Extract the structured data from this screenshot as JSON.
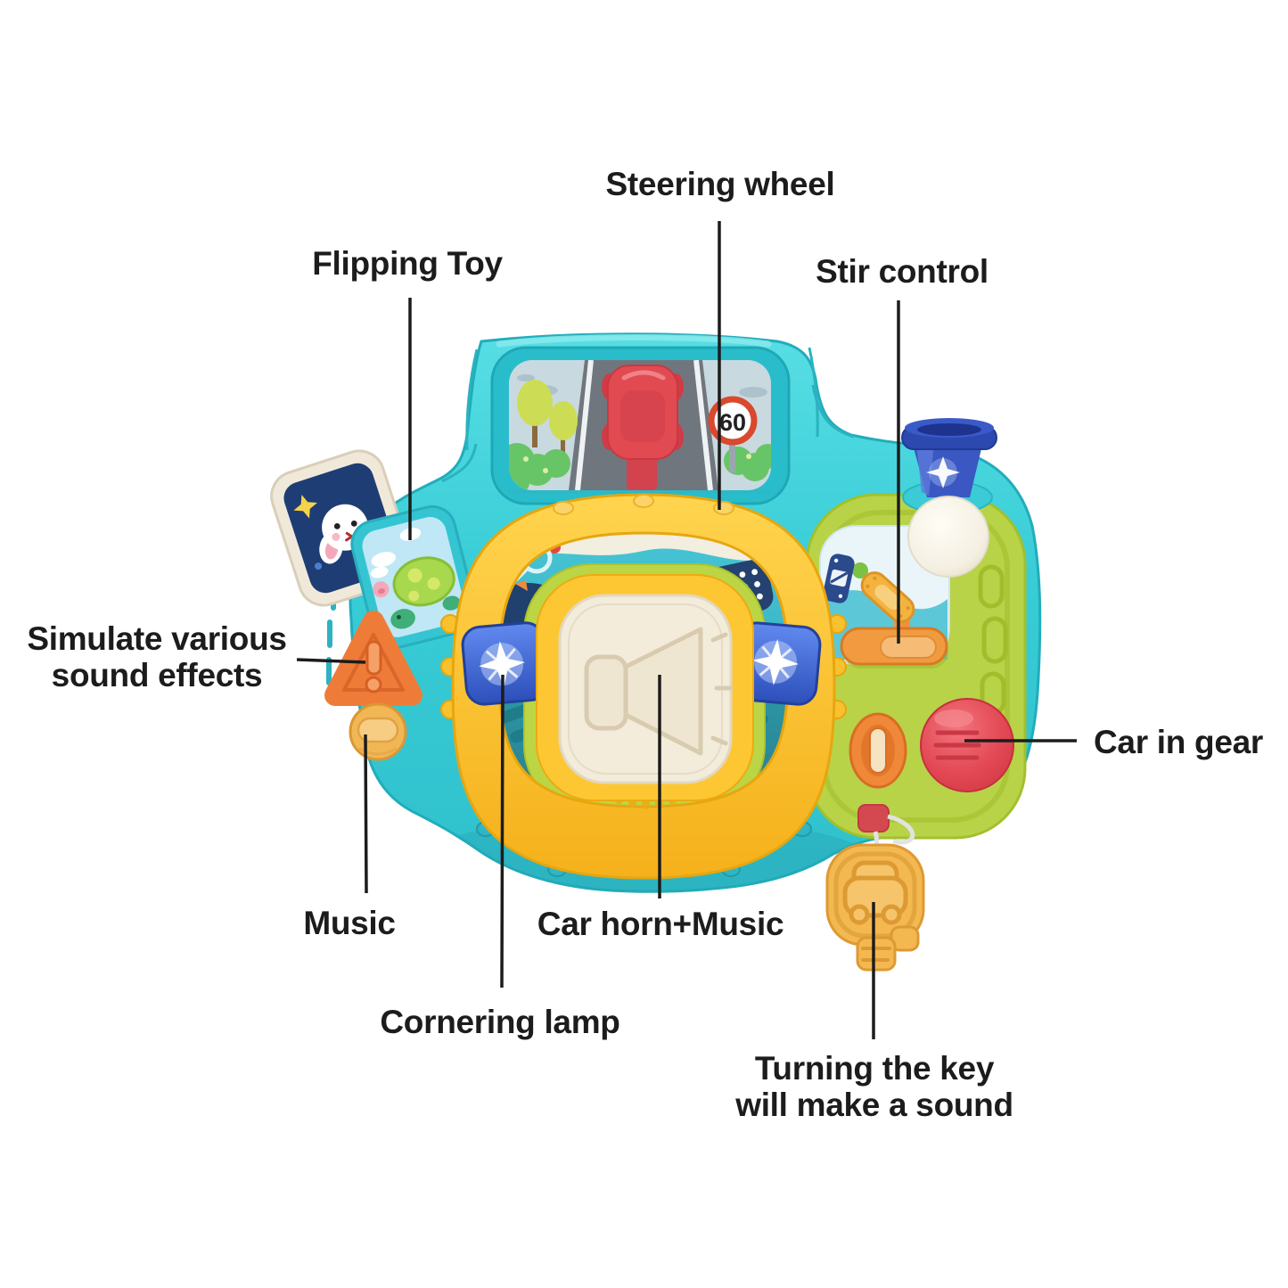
{
  "figure": {
    "description": "Annotated diagram of a toddler toy steering-wheel driving console",
    "speed_sign": "60"
  },
  "callouts": {
    "steering_wheel": "Steering wheel",
    "flipping_toy": "Flipping Toy",
    "stir_control": "Stir control",
    "simulate_line1": "Simulate various",
    "simulate_line2": "sound effects",
    "music": "Music",
    "car_horn": "Car horn+Music",
    "cornering_lamp": "Cornering lamp",
    "car_in_gear": "Car in gear",
    "turning_key_line1": "Turning the key",
    "turning_key_line2": "will make a sound"
  },
  "icons": {
    "warning-icon": "rounded triangle with exclamation mark",
    "horn-icon": "embossed megaphone on wheel center pad",
    "sparkle-icon": "four-point light star on blue signal buttons and lamp",
    "car-icon": "embossed car on key head and dashboard window",
    "speed-sign-icon": "red ring speed limit sign reading 60"
  },
  "colors": {
    "body_teal": "#35c9d3",
    "body_edge": "#21adbb",
    "wheel_yellow": "#f9bd2a",
    "hub_cream": "#f3ecdb",
    "signal_blue": "#3a5fd0",
    "warning_orange": "#ee7c38",
    "music_amber": "#f2b755",
    "panel_green": "#b9d348",
    "gear_red": "#e04350",
    "key_gold": "#f4b851",
    "label_text": "#1c1c1c"
  }
}
